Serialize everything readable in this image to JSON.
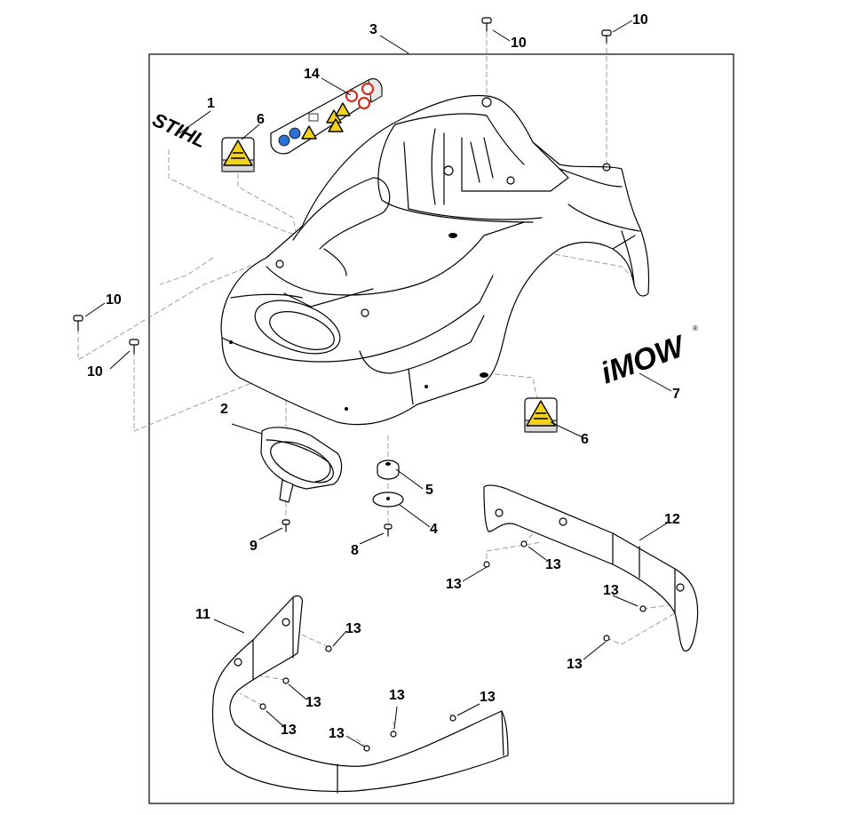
{
  "diagram": {
    "description_labels": {
      "stihl_logo": "STIHL",
      "imow_logo": "iMOW",
      "registered_mark": "®"
    },
    "callouts": [
      {
        "id": "c1",
        "text": "1"
      },
      {
        "id": "c2",
        "text": "2"
      },
      {
        "id": "c3",
        "text": "3"
      },
      {
        "id": "c4",
        "text": "4"
      },
      {
        "id": "c5",
        "text": "5"
      },
      {
        "id": "c6a",
        "text": "6"
      },
      {
        "id": "c6b",
        "text": "6"
      },
      {
        "id": "c7",
        "text": "7"
      },
      {
        "id": "c8",
        "text": "8"
      },
      {
        "id": "c9",
        "text": "9"
      },
      {
        "id": "c10a",
        "text": "10"
      },
      {
        "id": "c10b",
        "text": "10"
      },
      {
        "id": "c10c",
        "text": "10"
      },
      {
        "id": "c10d",
        "text": "10"
      },
      {
        "id": "c11",
        "text": "11"
      },
      {
        "id": "c12",
        "text": "12"
      },
      {
        "id": "c13a",
        "text": "13"
      },
      {
        "id": "c13b",
        "text": "13"
      },
      {
        "id": "c13c",
        "text": "13"
      },
      {
        "id": "c13d",
        "text": "13"
      },
      {
        "id": "c13e",
        "text": "13"
      },
      {
        "id": "c13f",
        "text": "13"
      },
      {
        "id": "c13g",
        "text": "13"
      },
      {
        "id": "c13h",
        "text": "13"
      },
      {
        "id": "c13i",
        "text": "13"
      },
      {
        "id": "c13j",
        "text": "13"
      },
      {
        "id": "c14",
        "text": "14"
      }
    ]
  }
}
